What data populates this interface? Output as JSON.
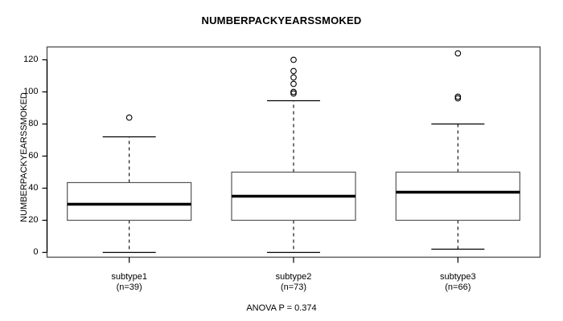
{
  "title": "NUMBERPACKYEARSSMOKED",
  "footer_note": "ANOVA P = 0.374",
  "axes": {
    "ylabel": "NUMBERPACKYEARSSMOKED",
    "xlabel": "",
    "yticks": [
      0,
      20,
      40,
      60,
      80,
      100,
      120
    ],
    "ytick_labels": [
      "0",
      "20",
      "40",
      "60",
      "80",
      "100",
      "120"
    ],
    "ylim": [
      -3,
      128
    ],
    "grid": false
  },
  "groups": [
    {
      "name": "subtype1",
      "count_label": "(n=39)",
      "n": 39
    },
    {
      "name": "subtype2",
      "count_label": "(n=73)",
      "n": 73
    },
    {
      "name": "subtype3",
      "count_label": "(n=66)",
      "n": 66
    }
  ],
  "chart_data": {
    "type": "box",
    "title": "NUMBERPACKYEARSSMOKED",
    "xlabel": "",
    "ylabel": "NUMBERPACKYEARSSMOKED",
    "ylim": [
      -3,
      128
    ],
    "yticks": [
      0,
      20,
      40,
      60,
      80,
      100,
      120
    ],
    "grid": false,
    "legend": null,
    "annotations": [
      "ANOVA P = 0.374"
    ],
    "categories": [
      "subtype1",
      "subtype2",
      "subtype3"
    ],
    "category_labels": [
      "subtype1\n(n=39)",
      "subtype2\n(n=73)",
      "subtype3\n(n=66)"
    ],
    "boxes": [
      {
        "name": "subtype1",
        "n": 39,
        "whisker_low": 0,
        "q1": 20,
        "median": 30,
        "q3": 43.5,
        "whisker_high": 72,
        "outliers": [
          84
        ]
      },
      {
        "name": "subtype2",
        "n": 73,
        "whisker_low": 0,
        "q1": 20,
        "median": 35,
        "q3": 50,
        "whisker_high": 94.5,
        "outliers": [
          120,
          113,
          109,
          105,
          100,
          99
        ]
      },
      {
        "name": "subtype3",
        "n": 66,
        "whisker_low": 2,
        "q1": 20,
        "median": 37.5,
        "q3": 50,
        "whisker_high": 80,
        "outliers": [
          124,
          97,
          96
        ]
      }
    ]
  },
  "style": {
    "frame_color": "#555555",
    "ink_color": "#000000",
    "median_color": "#000000",
    "background": "#ffffff"
  }
}
